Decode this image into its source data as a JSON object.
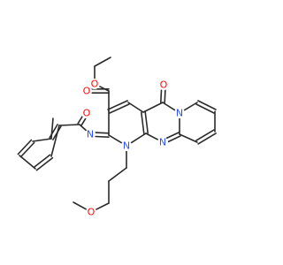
{
  "colors": {
    "bond": "#2b2b2b",
    "O": "#ff0d0d",
    "N": "#3050f8",
    "background": "#ffffff"
  },
  "atoms": [
    {
      "id": "c_et_ch3",
      "el": "C"
    },
    {
      "id": "c_et_ch2",
      "el": "C"
    },
    {
      "id": "o_ester",
      "el": "O",
      "label": "O"
    },
    {
      "id": "c_carbonyl",
      "el": "C"
    },
    {
      "id": "o_carbonyl",
      "el": "O",
      "label": "O"
    },
    {
      "id": "c3",
      "el": "C"
    },
    {
      "id": "c4",
      "el": "C"
    },
    {
      "id": "c4a",
      "el": "C"
    },
    {
      "id": "c10a",
      "el": "C"
    },
    {
      "id": "n1",
      "el": "N",
      "label": "N"
    },
    {
      "id": "c2",
      "el": "C"
    },
    {
      "id": "c5",
      "el": "C"
    },
    {
      "id": "o5",
      "el": "O",
      "label": "O"
    },
    {
      "id": "n6",
      "el": "N",
      "label": "N"
    },
    {
      "id": "c6a",
      "el": "C"
    },
    {
      "id": "n11",
      "el": "N",
      "label": "N"
    },
    {
      "id": "p1",
      "el": "C"
    },
    {
      "id": "p2",
      "el": "C"
    },
    {
      "id": "p3",
      "el": "C"
    },
    {
      "id": "p4",
      "el": "C"
    },
    {
      "id": "n_imine",
      "el": "N",
      "label": "N"
    },
    {
      "id": "c_amide",
      "el": "C"
    },
    {
      "id": "o_amide",
      "el": "O",
      "label": "O"
    },
    {
      "id": "b1",
      "el": "C"
    },
    {
      "id": "b2",
      "el": "C"
    },
    {
      "id": "b3",
      "el": "C"
    },
    {
      "id": "b4",
      "el": "C"
    },
    {
      "id": "b5",
      "el": "C"
    },
    {
      "id": "b6",
      "el": "C"
    },
    {
      "id": "c_me",
      "el": "C"
    },
    {
      "id": "pr1",
      "el": "C"
    },
    {
      "id": "pr2",
      "el": "C"
    },
    {
      "id": "pr3",
      "el": "C"
    },
    {
      "id": "o_ether",
      "el": "O",
      "label": "O"
    },
    {
      "id": "c_ome",
      "el": "C"
    }
  ],
  "bonds": [
    {
      "a": "c_et_ch3",
      "b": "c_et_ch2",
      "order": 1
    },
    {
      "a": "c_et_ch2",
      "b": "o_ester",
      "order": 1
    },
    {
      "a": "o_ester",
      "b": "c_carbonyl",
      "order": 1
    },
    {
      "a": "c_carbonyl",
      "b": "o_carbonyl",
      "order": 2
    },
    {
      "a": "c_carbonyl",
      "b": "c3",
      "order": 1
    },
    {
      "a": "c3",
      "b": "c4",
      "order": 2
    },
    {
      "a": "c4",
      "b": "c4a",
      "order": 1
    },
    {
      "a": "c4a",
      "b": "c10a",
      "order": 2
    },
    {
      "a": "c10a",
      "b": "n1",
      "order": 1
    },
    {
      "a": "n1",
      "b": "c2",
      "order": 1
    },
    {
      "a": "c2",
      "b": "c3",
      "order": 1
    },
    {
      "a": "c4a",
      "b": "c5",
      "order": 1
    },
    {
      "a": "c5",
      "b": "o5",
      "order": 2
    },
    {
      "a": "c5",
      "b": "n6",
      "order": 1
    },
    {
      "a": "n6",
      "b": "c6a",
      "order": 1
    },
    {
      "a": "c6a",
      "b": "n11",
      "order": 2
    },
    {
      "a": "n11",
      "b": "c10a",
      "order": 1
    },
    {
      "a": "n6",
      "b": "p1",
      "order": 1
    },
    {
      "a": "p1",
      "b": "p2",
      "order": 2
    },
    {
      "a": "p2",
      "b": "p3",
      "order": 1
    },
    {
      "a": "p3",
      "b": "p4",
      "order": 2
    },
    {
      "a": "p4",
      "b": "c6a",
      "order": 1
    },
    {
      "a": "c2",
      "b": "n_imine",
      "order": 2
    },
    {
      "a": "n_imine",
      "b": "c_amide",
      "order": 1
    },
    {
      "a": "c_amide",
      "b": "o_amide",
      "order": 2
    },
    {
      "a": "c_amide",
      "b": "b1",
      "order": 1
    },
    {
      "a": "b1",
      "b": "b2",
      "order": 2
    },
    {
      "a": "b2",
      "b": "b3",
      "order": 1
    },
    {
      "a": "b3",
      "b": "b4",
      "order": 2
    },
    {
      "a": "b4",
      "b": "b5",
      "order": 1
    },
    {
      "a": "b5",
      "b": "b6",
      "order": 2
    },
    {
      "a": "b6",
      "b": "b1",
      "order": 1
    },
    {
      "a": "b2",
      "b": "c_me",
      "order": 1
    },
    {
      "a": "n1",
      "b": "pr1",
      "order": 1
    },
    {
      "a": "pr1",
      "b": "pr2",
      "order": 1
    },
    {
      "a": "pr2",
      "b": "pr3",
      "order": 1
    },
    {
      "a": "pr3",
      "b": "o_ether",
      "order": 1
    },
    {
      "a": "o_ether",
      "b": "c_ome",
      "order": 1
    }
  ]
}
